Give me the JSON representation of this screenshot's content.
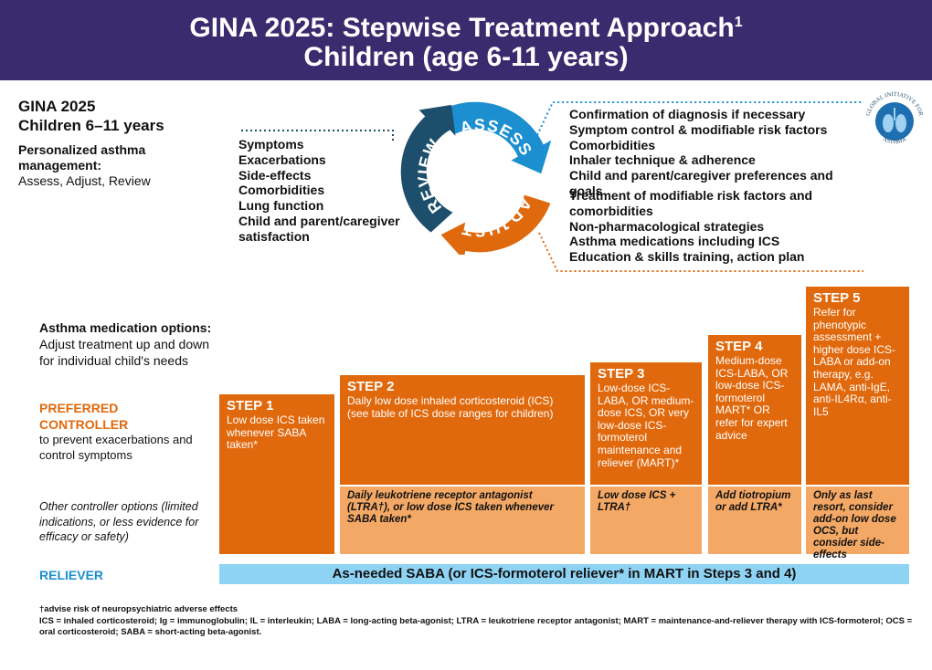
{
  "banner": {
    "title_line1": "GINA 2025: Stepwise Treatment Approach",
    "title_sup": "1",
    "title_line2": "Children (age 6-11 years)"
  },
  "intro": {
    "line1": "GINA 2025",
    "line2": "Children 6–11 years",
    "pam_label": "Personalized asthma management:",
    "pam_text": "Assess, Adjust, Review"
  },
  "cycle": {
    "assess": "ASSESS",
    "adjust": "ADJUST",
    "review": "REVIEW",
    "colors": {
      "assess": "#1b8fd0",
      "adjust": "#e0690d",
      "review": "#1d4e6b"
    }
  },
  "review_items": [
    "Symptoms",
    "Exacerbations",
    "Side-effects",
    "Comorbidities",
    "Lung function",
    "Child and parent/caregiver satisfaction"
  ],
  "assess_items": [
    "Confirmation of diagnosis if necessary",
    "Symptom control & modifiable risk factors",
    "Comorbidities",
    "Inhaler technique & adherence",
    "Child and parent/caregiver preferences and goals"
  ],
  "adjust_items": [
    "Treatment of modifiable risk factors and comorbidities",
    "Non-pharmacological strategies",
    "Asthma medications including ICS",
    "Education & skills training, action plan"
  ],
  "logo": {
    "text_top": "GLOBAL INITIATIVE FOR",
    "text_bottom": "ASTHMA"
  },
  "med_options": {
    "title": "Asthma medication options:",
    "line1": "Adjust treatment up and down",
    "line2": "for individual child's needs"
  },
  "rows": {
    "preferred_title1": "PREFERRED",
    "preferred_title2": "CONTROLLER",
    "preferred_desc": "to prevent exacerbations and control symptoms",
    "other_text": "Other controller options (limited indications, or less evidence for efficacy or safety)",
    "reliever_title": "RELIEVER",
    "reliever_text": "As-needed SABA (or ICS-formoterol reliever* in MART in Steps 3 and 4)"
  },
  "steps": [
    {
      "title": "STEP 1",
      "text": "Low dose ICS taken whenever SABA taken*",
      "other": ""
    },
    {
      "title": "STEP 2",
      "text": "Daily low dose inhaled corticosteroid (ICS) (see table of ICS dose ranges for children)",
      "other": "Daily leukotriene receptor antagonist (LTRA†), or low dose ICS taken whenever SABA taken*"
    },
    {
      "title": "STEP 3",
      "text": "Low-dose ICS-LABA, OR medium-dose ICS, OR very low-dose ICS-formoterol maintenance and reliever (MART)*",
      "other": "Low dose ICS + LTRA†"
    },
    {
      "title": "STEP 4",
      "text": "Medium-dose ICS-LABA, OR low-dose ICS-formoterol MART* OR refer for expert advice",
      "other": "Add tiotropium or add LTRA*"
    },
    {
      "title": "STEP 5",
      "text": "Refer for phenotypic assessment + higher dose ICS-LABA or add-on therapy, e.g. LAMA, anti-IgE, anti-IL4Rα, anti-IL5",
      "other": "Only as last resort, consider add-on low dose OCS, but consider side-effects"
    }
  ],
  "footnotes": {
    "line1": "†advise risk of neuropsychiatric adverse effects",
    "line2": "ICS = inhaled corticosteroid; Ig = immunoglobulin; IL = interleukin; LABA = long-acting beta-agonist; LTRA = leukotriene receptor antagonist; MART = maintenance-and-reliever therapy with ICS-formoterol; OCS = oral corticosteroid; SABA = short-acting beta-agonist."
  }
}
